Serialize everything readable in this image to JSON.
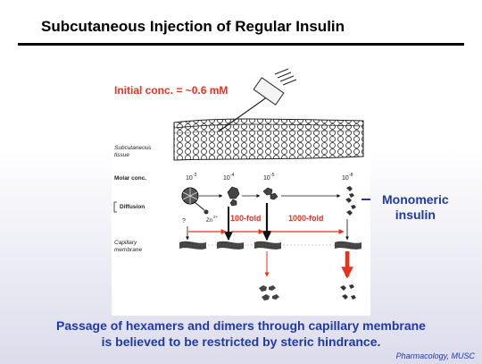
{
  "slide": {
    "title": "Subcutaneous Injection of Regular Insulin",
    "footer": "Pharmacology, MUSC",
    "caption_line1": "Passage of hexamers and dimers through capillary membrane",
    "caption_line2": "is believed to be restricted by steric hindrance."
  },
  "callout": {
    "line1": "Monomeric",
    "line2": "insulin",
    "color": "#1f3aa8"
  },
  "figure": {
    "initial_conc": "Initial conc. = ~0.6 mM",
    "subcutaneous_label": "Subcutaneous",
    "tissue_label": "tissue",
    "molar_conc_label": "Molar conc.",
    "conc_1": "10",
    "conc_1_exp": "-3",
    "conc_2": "10",
    "conc_2_exp": "-4",
    "conc_3": "10",
    "conc_3_exp": "-5",
    "conc_4": "10",
    "conc_4_exp": "-8",
    "diffusion_label": "Diffusion",
    "zinc_label": "Zn",
    "zinc_sup": "2+",
    "question_mark": "?",
    "fold_100": "100-fold",
    "fold_1000": "1000-fold",
    "capillary_label": "Capillary",
    "membrane_label": "membrane",
    "accent_color": "#e8321e"
  }
}
